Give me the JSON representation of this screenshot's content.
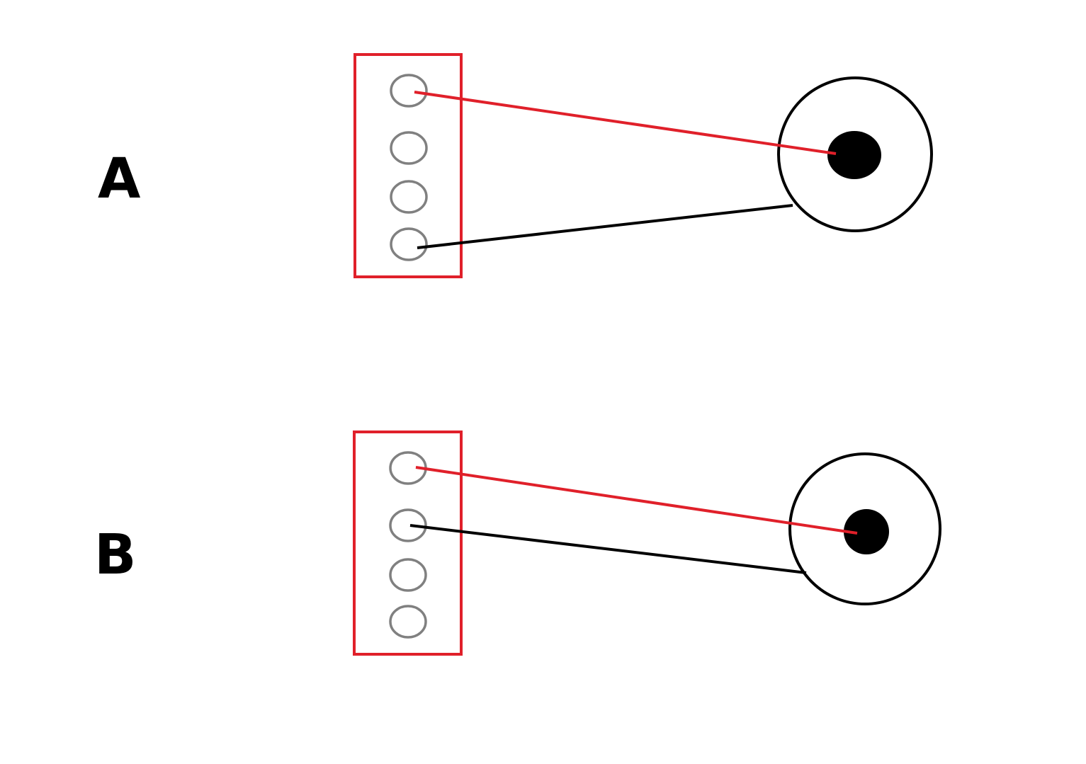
{
  "colors": {
    "background": "#ffffff",
    "connector_border": "#e0202a",
    "pin_outline": "#808080",
    "signal_wire": "#e0202a",
    "ground_wire": "#000000",
    "jack_outline": "#000000",
    "jack_center": "#000000",
    "label_text": "#000000"
  },
  "panels": [
    {
      "label": "A",
      "connector": {
        "pin_count": 4
      },
      "wires": [
        {
          "color": "signal_wire",
          "from_pin": 1,
          "to": "jack-center"
        },
        {
          "color": "ground_wire",
          "from_pin": 4,
          "to": "jack-outer-ring"
        }
      ]
    },
    {
      "label": "B",
      "connector": {
        "pin_count": 4
      },
      "wires": [
        {
          "color": "signal_wire",
          "from_pin": 1,
          "to": "jack-center"
        },
        {
          "color": "ground_wire",
          "from_pin": 2,
          "to": "jack-outer-ring"
        }
      ]
    }
  ]
}
